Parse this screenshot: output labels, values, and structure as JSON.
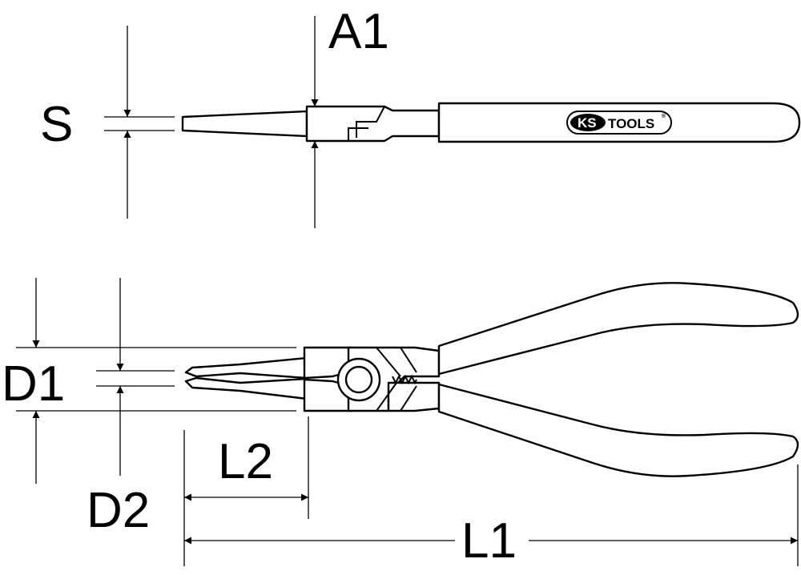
{
  "brand": {
    "logo_ks": "KS",
    "logo_tools": "TOOLS",
    "logo_mark": "®"
  },
  "dimensions": {
    "S": "S",
    "A1": "A1",
    "D1": "D1",
    "D2": "D2",
    "L1": "L1",
    "L2": "L2"
  },
  "colors": {
    "stroke": "#000000",
    "background": "#ffffff"
  }
}
